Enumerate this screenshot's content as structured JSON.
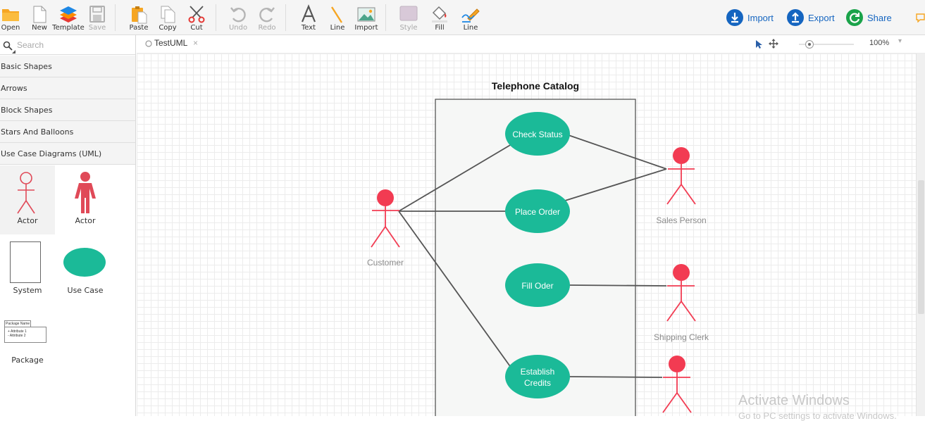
{
  "toolbar": {
    "open": "Open",
    "new": "New",
    "template": "Template",
    "save": "Save",
    "paste": "Paste",
    "copy": "Copy",
    "cut": "Cut",
    "undo": "Undo",
    "redo": "Redo",
    "text": "Text",
    "line": "Line",
    "import": "Import",
    "style": "Style",
    "fill": "Fill",
    "line2": "Line"
  },
  "actions": {
    "import": "Import",
    "export": "Export",
    "share": "Share"
  },
  "view": {
    "zoom": "100%"
  },
  "search": {
    "placeholder": "Search"
  },
  "categories": [
    "Basic Shapes",
    "Arrows",
    "Block Shapes",
    "Stars And Balloons",
    "Use Case Diagrams (UML)"
  ],
  "shapes": {
    "actor_outline": "Actor",
    "actor_filled": "Actor",
    "system": "System",
    "use_case": "Use Case",
    "package": "Package",
    "package_name": "Package Name",
    "package_attr1": "+ Attribute 1",
    "package_attr2": "- Attribute 2"
  },
  "tab": {
    "name": "TestUML"
  },
  "diagram": {
    "system_title": "Telephone Catalog",
    "use_cases": {
      "check_status": [
        "Check Status"
      ],
      "place_order": [
        "Place Order"
      ],
      "fill_order": [
        "Fill Oder"
      ],
      "establish_credits": [
        "Establish",
        "Credits"
      ]
    },
    "actors": {
      "customer": "Customer",
      "sales_person": "Sales Person",
      "shipping_clerk": "Shipping Clerk"
    }
  },
  "watermark": {
    "line1": "Activate Windows",
    "line2": "Go to PC settings to activate Windows."
  },
  "colors": {
    "use_case_fill": "#1bba98",
    "actor_red": "#f23b52",
    "import_blue": "#1565c0",
    "share_green": "#1aa34a",
    "action_text": "#1565c0"
  }
}
